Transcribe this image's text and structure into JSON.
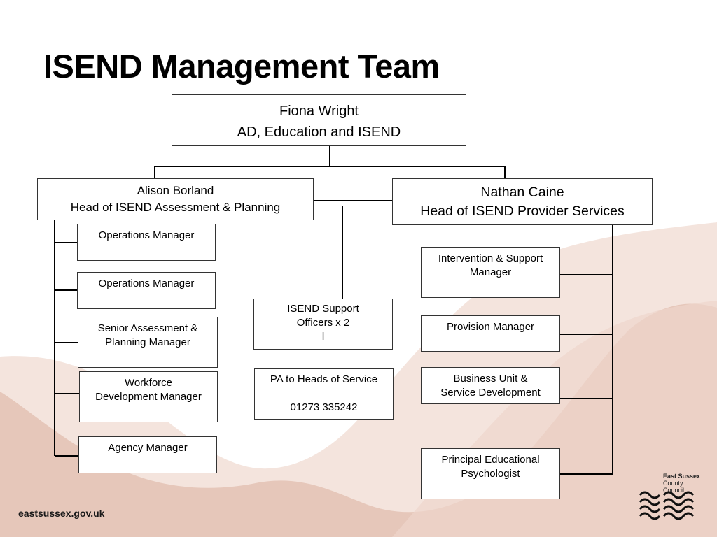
{
  "title": "ISEND Management Team",
  "top": {
    "name": "Fiona Wright",
    "role": "AD, Education and ISEND"
  },
  "left_head": {
    "name": "Alison Borland",
    "role": "Head of ISEND Assessment & Planning"
  },
  "right_head": {
    "name": "Nathan Caine",
    "role": "Head of ISEND Provider Services"
  },
  "left_reports": [
    {
      "lines": [
        "Operations Manager"
      ]
    },
    {
      "lines": [
        "Operations Manager"
      ]
    },
    {
      "lines": [
        "Senior Assessment &",
        "Planning Manager"
      ]
    },
    {
      "lines": [
        "Workforce",
        "Development Manager"
      ]
    },
    {
      "lines": [
        "Agency Manager"
      ]
    }
  ],
  "center": {
    "support": [
      "ISEND Support",
      "Officers x 2",
      "l"
    ],
    "pa": {
      "label": "PA to Heads of Service",
      "phone": "01273 335242"
    }
  },
  "right_reports": [
    {
      "lines": [
        "Intervention & Support",
        "Manager"
      ]
    },
    {
      "lines": [
        "Provision Manager"
      ]
    },
    {
      "lines": [
        "Business Unit &",
        "Service Development"
      ]
    },
    {
      "lines": [
        "Principal Educational",
        "Psychologist"
      ]
    }
  ],
  "footer": {
    "url": "eastsussex.gov.uk"
  },
  "logo": {
    "line1": "East Sussex",
    "line2": "County Council"
  },
  "colors": {
    "wave_light": "#f3e3dc",
    "wave_dark": "#e3c3b6",
    "line": "#000000"
  }
}
